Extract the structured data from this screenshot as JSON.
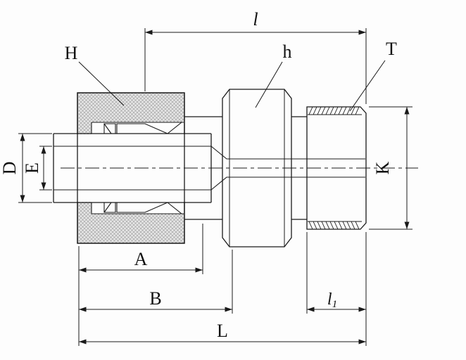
{
  "drawing": {
    "labels": {
      "l": "l",
      "H": "H",
      "h": "h",
      "T": "T",
      "D": "D",
      "E": "E",
      "K": "K",
      "A": "A",
      "B": "B",
      "l1": "l",
      "l1_sub": "1",
      "L": "L"
    },
    "colors": {
      "line": "#1a1a1a",
      "background": "#fdfdfd",
      "hatch_fill": "#e6e6e6",
      "hatch_line": "#9b9b9b"
    }
  }
}
